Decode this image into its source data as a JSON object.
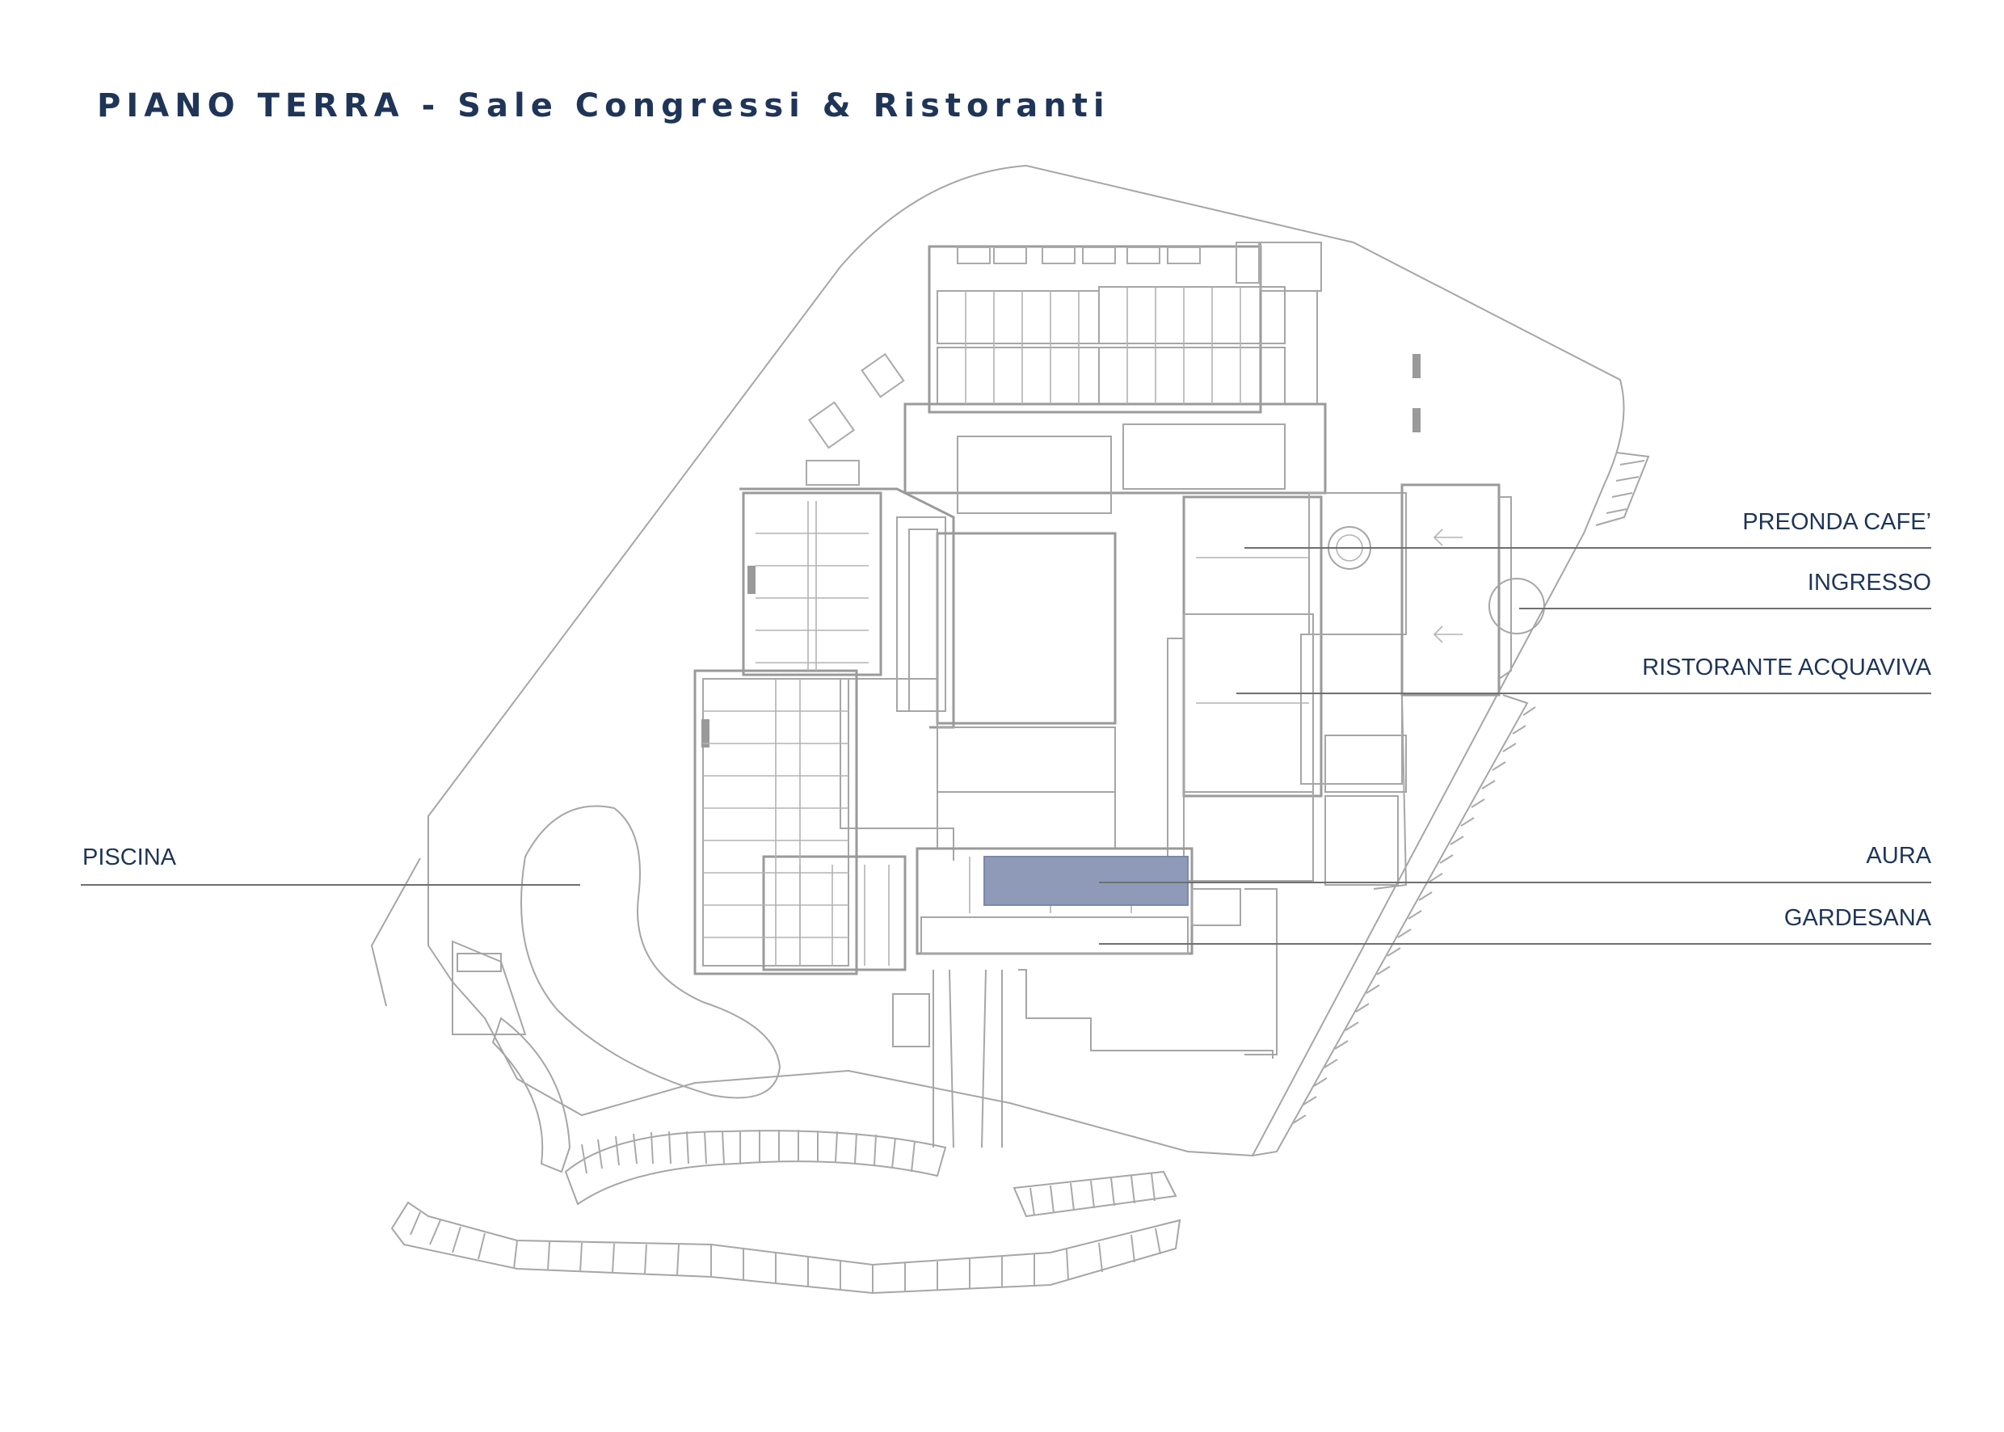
{
  "title": "PIANO TERRA - Sale Congressi & Ristoranti",
  "labels": {
    "preonda": "PREONDA CAFE’",
    "ingresso": "INGRESSO",
    "acquaviva": "RISTORANTE ACQUAVIVA",
    "aura": "AURA",
    "gardesana": "GARDESANA",
    "piscina": "PISCINA"
  },
  "colors": {
    "title": "#1f3558",
    "highlight_room": "#8e9ab8",
    "plan_lines": "#9a9a9a"
  },
  "highlighted_room": "AURA"
}
